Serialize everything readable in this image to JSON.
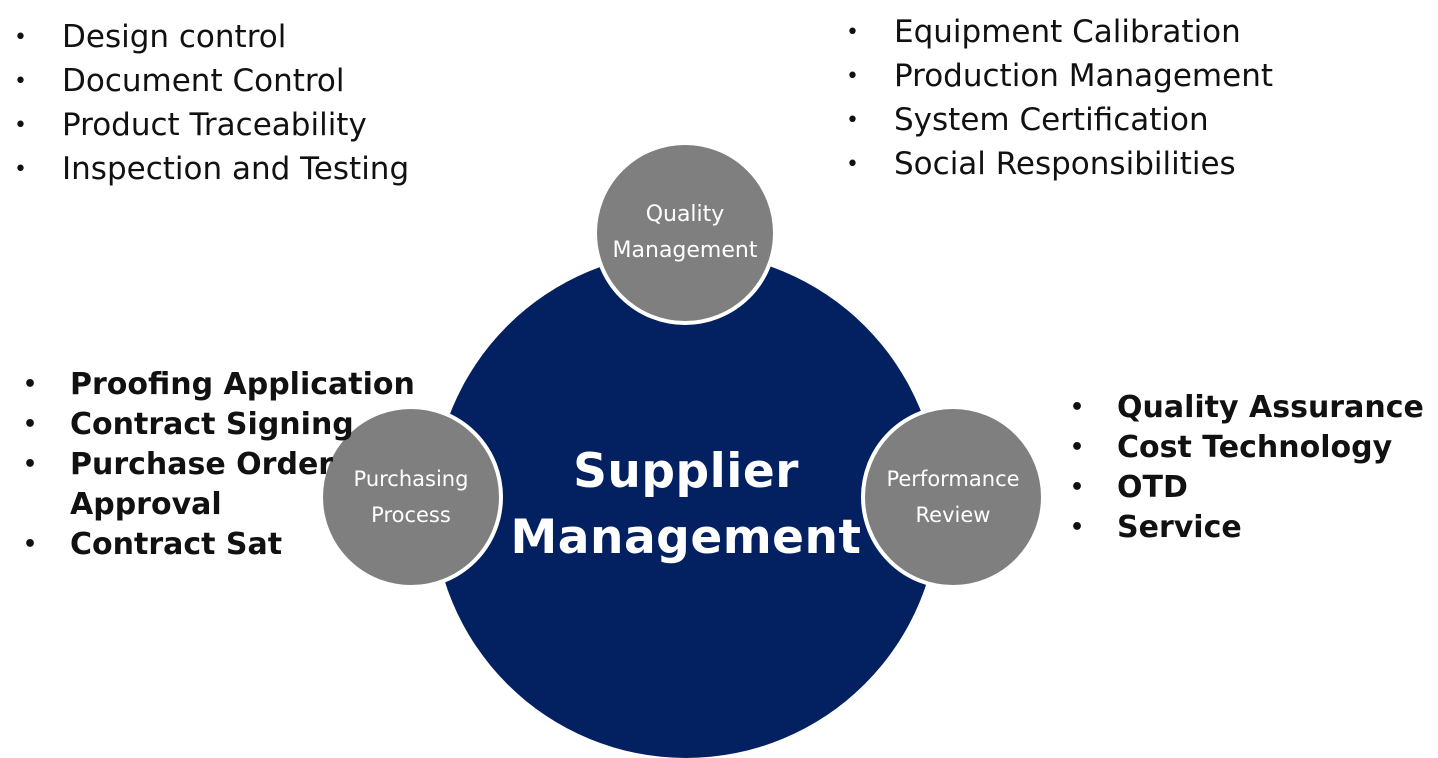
{
  "center": {
    "line1": "Supplier",
    "line2": "Management",
    "fill_color": "#032060"
  },
  "satellites": {
    "quality": {
      "line1": "Quality",
      "line2": "Management",
      "fill_color": "#7f7f7f"
    },
    "purchasing": {
      "line1": "Purchasing",
      "line2": "Process",
      "fill_color": "#7f7f7f"
    },
    "performance": {
      "line1": "Performance",
      "line2": "Review",
      "fill_color": "#7f7f7f"
    }
  },
  "bullet_glyph": "•",
  "lists": {
    "top_left": [
      "Design control",
      "Document Control",
      "Product Traceability",
      "Inspection and Testing"
    ],
    "top_right": [
      "Equipment Calibration",
      "Production Management",
      "System Certification",
      "Social Responsibilities"
    ],
    "left": [
      "Proofing Application",
      "Contract Signing",
      "Purchase Order",
      "Approval",
      "Contract Sat"
    ],
    "right": [
      "Quality Assurance",
      "Cost Technology",
      "OTD",
      "Service"
    ]
  }
}
